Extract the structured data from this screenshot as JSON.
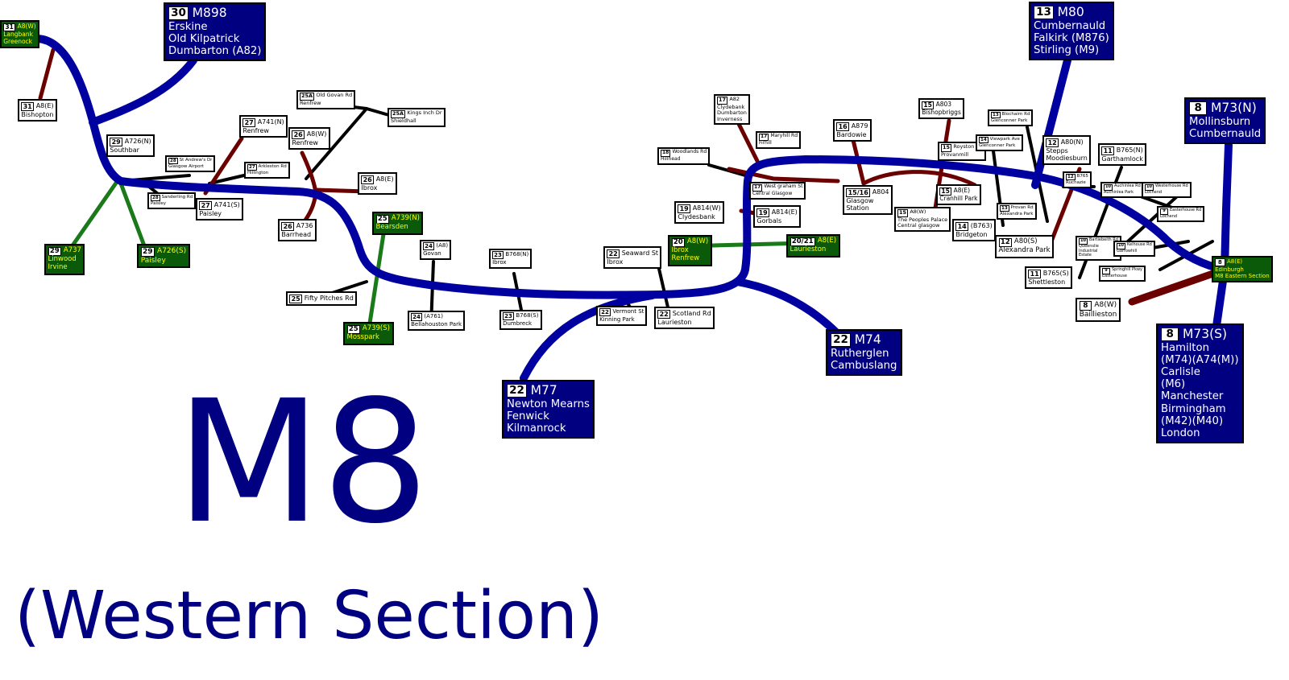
{
  "title": "M8",
  "subtitle": "(Western Section)",
  "colors": {
    "motorway": "#0000a0",
    "primary": "#006400",
    "a_road": "#6b0000",
    "minor": "#000000",
    "sign_blue": "#000080",
    "sign_green": "#0a5a0a",
    "route_yellow": "#ffff00"
  },
  "signs": [
    {
      "id": "j31-a8w",
      "style": "green",
      "num": "31",
      "road": "A8(W)",
      "dest": [
        "Langbank",
        "Greenock"
      ]
    },
    {
      "id": "j30-m898",
      "style": "blue",
      "num": "30",
      "road": "M898",
      "dest": [
        "Erskine",
        "Old Kilpatrick",
        "Dumbarton (A82)"
      ]
    },
    {
      "id": "j31-a8e",
      "style": "white",
      "num": "31",
      "road": "A8(E)",
      "dest": [
        "Bishopton"
      ]
    },
    {
      "id": "j29-a726n",
      "style": "white",
      "num": "29",
      "road": "A726(N)",
      "dest": [
        "Southbar"
      ]
    },
    {
      "id": "j28-standrews",
      "style": "white",
      "num": "28",
      "road": "St Andrew's Dr",
      "dest": [
        "Glasgow Airport"
      ]
    },
    {
      "id": "j27-a741n",
      "style": "white",
      "num": "27",
      "road": "A741(N)",
      "dest": [
        "Renfrew"
      ]
    },
    {
      "id": "j27-arkleston",
      "style": "white",
      "num": "27",
      "road": "Arkleston Rd",
      "dest": [
        "Hillington"
      ]
    },
    {
      "id": "j28-sanderling",
      "style": "white",
      "num": "28",
      "road": "Sanderling Rd",
      "dest": [
        "Paisley"
      ]
    },
    {
      "id": "j27-a741s",
      "style": "white",
      "num": "27",
      "road": "A741(S)",
      "dest": [
        "Paisley"
      ]
    },
    {
      "id": "j29-a737",
      "style": "green",
      "num": "29",
      "road": "A737",
      "dest": [
        "Linwood",
        "Irvine"
      ]
    },
    {
      "id": "j29-a726s",
      "style": "green",
      "num": "29",
      "road": "A726(S)",
      "dest": [
        "Paisley"
      ]
    },
    {
      "id": "j25a-oldgovan",
      "style": "white",
      "num": "25A",
      "road": "Old Govan Rd",
      "dest": [
        "Renfrew"
      ]
    },
    {
      "id": "j25a-kingsinch",
      "style": "white",
      "num": "25A",
      "road": "Kings Inch Dr",
      "dest": [
        "Shieldhall"
      ]
    },
    {
      "id": "j26-a8w",
      "style": "white",
      "num": "26",
      "road": "A8(W)",
      "dest": [
        "Renfrew"
      ]
    },
    {
      "id": "j26-a8e",
      "style": "white",
      "num": "26",
      "road": "A8(E)",
      "dest": [
        "Ibrox"
      ]
    },
    {
      "id": "j26-a736",
      "style": "white",
      "num": "26",
      "road": "A736",
      "dest": [
        "Barrhead"
      ]
    },
    {
      "id": "j25-a739n",
      "style": "green",
      "num": "25",
      "road": "A739(N)",
      "dest": [
        "Bearsden"
      ]
    },
    {
      "id": "j25-fiftypitches",
      "style": "white",
      "num": "25",
      "road": "Fifty Pitches Rd",
      "dest": []
    },
    {
      "id": "j25-a739s",
      "style": "green",
      "num": "25",
      "road": "A739(S)",
      "dest": [
        "Mosspark"
      ]
    },
    {
      "id": "j24-a8",
      "style": "white",
      "num": "24",
      "road": "(A8)",
      "dest": [
        "Govan"
      ]
    },
    {
      "id": "j24-a761",
      "style": "white",
      "num": "24",
      "road": "(A761)",
      "dest": [
        "Bellahouston Park"
      ]
    },
    {
      "id": "j23-b768n",
      "style": "white",
      "num": "23",
      "road": "B768(N)",
      "dest": [
        "Ibrox"
      ]
    },
    {
      "id": "j23-b768s",
      "style": "white",
      "num": "23",
      "road": "B768(S)",
      "dest": [
        "Dumbreck"
      ]
    },
    {
      "id": "j22-seaward",
      "style": "white",
      "num": "22",
      "road": "Seaward St",
      "dest": [
        "Ibrox"
      ]
    },
    {
      "id": "j22-vermont",
      "style": "white",
      "num": "22",
      "road": "Vermont St",
      "dest": [
        "Kinning Park"
      ]
    },
    {
      "id": "j22-scotland",
      "style": "white",
      "num": "22",
      "road": "Scotland Rd",
      "dest": [
        "Laurieston"
      ]
    },
    {
      "id": "j22-m77",
      "style": "blue",
      "num": "22",
      "road": "M77",
      "dest": [
        "Newton Mearns",
        "Fenwick",
        "Kilmanrock"
      ]
    },
    {
      "id": "j20-a8w",
      "style": "green",
      "num": "20",
      "road": "A8(W)",
      "dest": [
        "Ibrox",
        "Renfrew"
      ]
    },
    {
      "id": "j2021-a8e",
      "style": "green",
      "num": "20/21",
      "road": "A8(E)",
      "dest": [
        "Laurieston"
      ]
    },
    {
      "id": "j22-m74",
      "style": "blue",
      "num": "22",
      "road": "M74",
      "dest": [
        "Rutherglen",
        "Cambuslang"
      ]
    },
    {
      "id": "j18-woodlands",
      "style": "white",
      "num": "18",
      "road": "Woodlands Rd",
      "dest": [
        "Hillhead"
      ]
    },
    {
      "id": "j17-a82",
      "style": "white",
      "num": "17",
      "road": "A82",
      "dest": [
        "Clydebank",
        "Dumbarton",
        "Inverness"
      ]
    },
    {
      "id": "j17-maryhill",
      "style": "white",
      "num": "17",
      "road": "Maryhill Rd",
      "dest": [
        "Firhill"
      ]
    },
    {
      "id": "j17-westgraham",
      "style": "white",
      "num": "17",
      "road": "West graham St",
      "dest": [
        "Central Glasgow"
      ]
    },
    {
      "id": "j19-a814w",
      "style": "white",
      "num": "19",
      "road": "A814(W)",
      "dest": [
        "Clydesbank"
      ]
    },
    {
      "id": "j19-a814e",
      "style": "white",
      "num": "19",
      "road": "A814(E)",
      "dest": [
        "Gorbals"
      ]
    },
    {
      "id": "j16-a879",
      "style": "white",
      "num": "16",
      "road": "A879",
      "dest": [
        "Bardowie"
      ]
    },
    {
      "id": "j1516-a804",
      "style": "white",
      "num": "15/16",
      "road": "A804",
      "dest": [
        "Glasgow",
        "Station"
      ]
    },
    {
      "id": "j15-a803",
      "style": "white",
      "num": "15",
      "road": "A803",
      "dest": [
        "Bishopbriggs"
      ]
    },
    {
      "id": "j15-royston",
      "style": "white",
      "num": "15",
      "road": "Royston Rd",
      "dest": [
        "Provanmill"
      ]
    },
    {
      "id": "j15-a8e",
      "style": "white",
      "num": "15",
      "road": "A8(E)",
      "dest": [
        "Cranhill Park"
      ]
    },
    {
      "id": "j15-a8w",
      "style": "white",
      "num": "15",
      "road": "A8(W)",
      "dest": [
        "The Peoples Palace",
        "Central glasgow"
      ]
    },
    {
      "id": "j14-b763",
      "style": "white",
      "num": "14",
      "road": "(B763)",
      "dest": [
        "Bridgeton"
      ]
    },
    {
      "id": "j13-blochairn",
      "style": "white",
      "num": "13",
      "road": "Blochairn Rd",
      "dest": [
        "Glenconner Park"
      ]
    },
    {
      "id": "j14-viewpark",
      "style": "white",
      "num": "14",
      "road": "Viewpark Ave",
      "dest": [
        "Glenconner Park"
      ]
    },
    {
      "id": "j13-provan",
      "style": "white",
      "num": "13",
      "road": "Provan Rd",
      "dest": [
        "Alexandra Park"
      ]
    },
    {
      "id": "j13-m80",
      "style": "blue",
      "num": "13",
      "road": "M80",
      "dest": [
        "Cumbernauld",
        "Falkirk (M876)",
        "Stirling (M9)"
      ]
    },
    {
      "id": "j12-a80n",
      "style": "white",
      "num": "12",
      "road": "A80(N)",
      "dest": [
        "Stepps",
        "Moodiesburn"
      ]
    },
    {
      "id": "j12-b765",
      "style": "white",
      "num": "12",
      "road": "B765",
      "dest": [
        "Ruchazie"
      ]
    },
    {
      "id": "j12-a80s",
      "style": "white",
      "num": "12",
      "road": "A80(S)",
      "dest": [
        "Alexandra Park"
      ]
    },
    {
      "id": "j11-b765n",
      "style": "white",
      "num": "11",
      "road": "B765(N)",
      "dest": [
        "Garthamlock"
      ]
    },
    {
      "id": "j11-b765s",
      "style": "white",
      "num": "11",
      "road": "B765(S)",
      "dest": [
        "Shettleston"
      ]
    },
    {
      "id": "j10-auchinlea",
      "style": "white",
      "num": "10",
      "road": "Auchinlea Rd",
      "dest": [
        "Auchinlea Park"
      ]
    },
    {
      "id": "j10-westerhouse",
      "style": "white",
      "num": "10",
      "road": "Westerhouse Rd",
      "dest": [
        "Lochend"
      ]
    },
    {
      "id": "j9-easterhouse",
      "style": "white",
      "num": "9",
      "road": "Easterhouse Rd",
      "dest": [
        "Lochend"
      ]
    },
    {
      "id": "j10-bartiebeith",
      "style": "white",
      "num": "10",
      "road": "Bartiebeith Rd",
      "dest": [
        "Queenslie",
        "Industrial",
        "Estate"
      ]
    },
    {
      "id": "j10-kelhouse",
      "style": "white",
      "num": "10",
      "road": "Kelhouse Rd",
      "dest": [
        "Garrowhill"
      ]
    },
    {
      "id": "j9-springhill",
      "style": "white",
      "num": "9",
      "road": "Springhill Pkwy",
      "dest": [
        "Easterhouse"
      ]
    },
    {
      "id": "j8-a8e",
      "style": "green",
      "num": "8",
      "road": "A8(E)",
      "dest": [
        "Edinburgh",
        "M8 Eastern Section"
      ]
    },
    {
      "id": "j8-a8w",
      "style": "white",
      "num": "8",
      "road": "A8(W)",
      "dest": [
        "Baillieston"
      ]
    },
    {
      "id": "j8-m73n",
      "style": "blue",
      "num": "8",
      "road": "M73(N)",
      "dest": [
        "Mollinsburn",
        "Cumbernauld"
      ]
    },
    {
      "id": "j8-m73s",
      "style": "blue",
      "num": "8",
      "road": "M73(S)",
      "dest": [
        "Hamilton",
        "(M74)(A74(M))",
        "Carlisle",
        "(M6)",
        "Manchester",
        "Birmingham",
        "(M42)(M40)",
        "London"
      ]
    }
  ]
}
